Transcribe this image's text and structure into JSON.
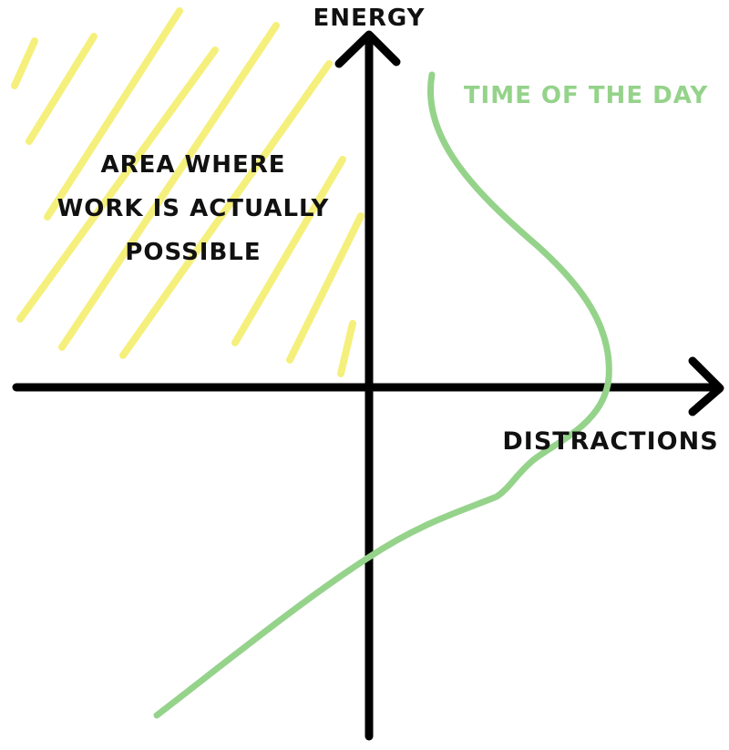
{
  "diagram": {
    "y_axis_label": "ENERGY",
    "x_axis_label": "DISTRACTIONS",
    "curve_label": "TIME OF THE DAY",
    "region_label": [
      "AREA WHERE",
      "WORK IS ACTUALLY",
      "POSSIBLE"
    ],
    "colors": {
      "axes": "#000000",
      "curve": "#95d38b",
      "hatch": "#f5f07c",
      "text": "#111111"
    }
  }
}
